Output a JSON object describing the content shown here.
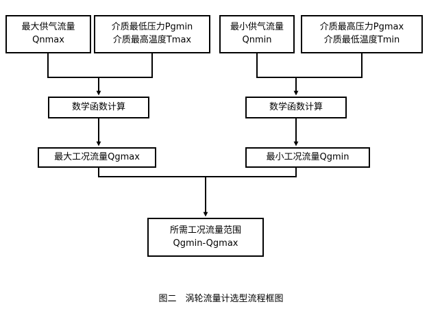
{
  "diagram": {
    "caption": "图二　涡轮流量计选型流程框图",
    "line_color": "#000000",
    "box_border_color": "#000000",
    "background_color": "#ffffff",
    "nodes": {
      "max_supply_flow": {
        "line1": "最大供气流量",
        "line2": "Qnmax"
      },
      "min_pressure_max_temp": {
        "line1": "介质最低压力Pgmin",
        "line2": "介质最高温度Tmax"
      },
      "min_supply_flow": {
        "line1": "最小供气流量",
        "line2": "Qnmin"
      },
      "max_pressure_min_temp": {
        "line1": "介质最高压力Pgmax",
        "line2": "介质最低温度Tmin"
      },
      "math_calc_left": {
        "line1": "数学函数计算"
      },
      "math_calc_right": {
        "line1": "数学函数计算"
      },
      "qgmax": {
        "line1": "最大工况流量Qgmax"
      },
      "qgmin": {
        "line1": "最小工况流量Qgmin"
      },
      "result_range": {
        "line1": "所需工况流量范围",
        "line2": "Qgmin-Qgmax"
      }
    }
  }
}
